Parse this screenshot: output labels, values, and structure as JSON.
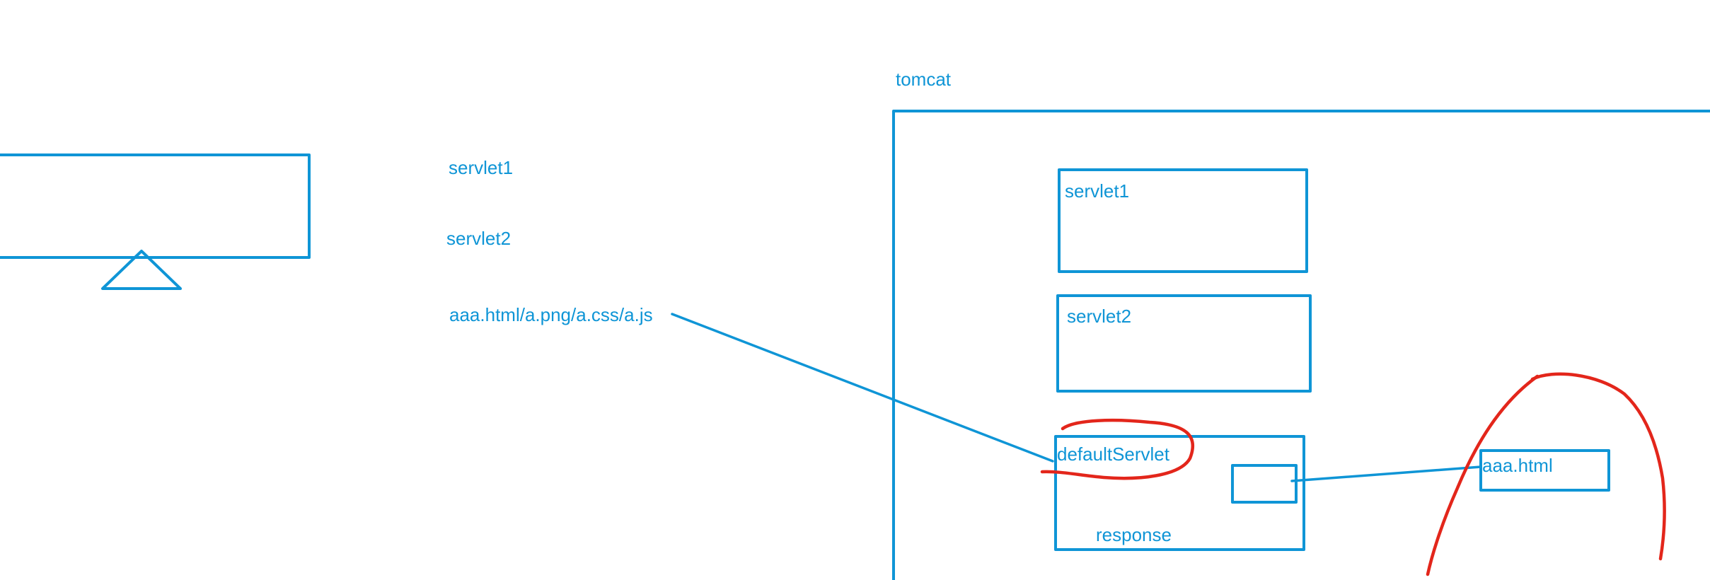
{
  "colors": {
    "ink_blue": "#0f95d6",
    "marker_red": "#e3261b",
    "background": "#ffffff"
  },
  "labels": {
    "tomcat": "tomcat",
    "client_servlet1": "servlet1",
    "client_servlet2": "servlet2",
    "client_static_resources": "aaa.html/a.png/a.css/a.js",
    "box_servlet1": "servlet1",
    "box_servlet2": "servlet2",
    "box_default_servlet": "defaultServlet",
    "response": "response",
    "static_file": "aaa.html"
  }
}
